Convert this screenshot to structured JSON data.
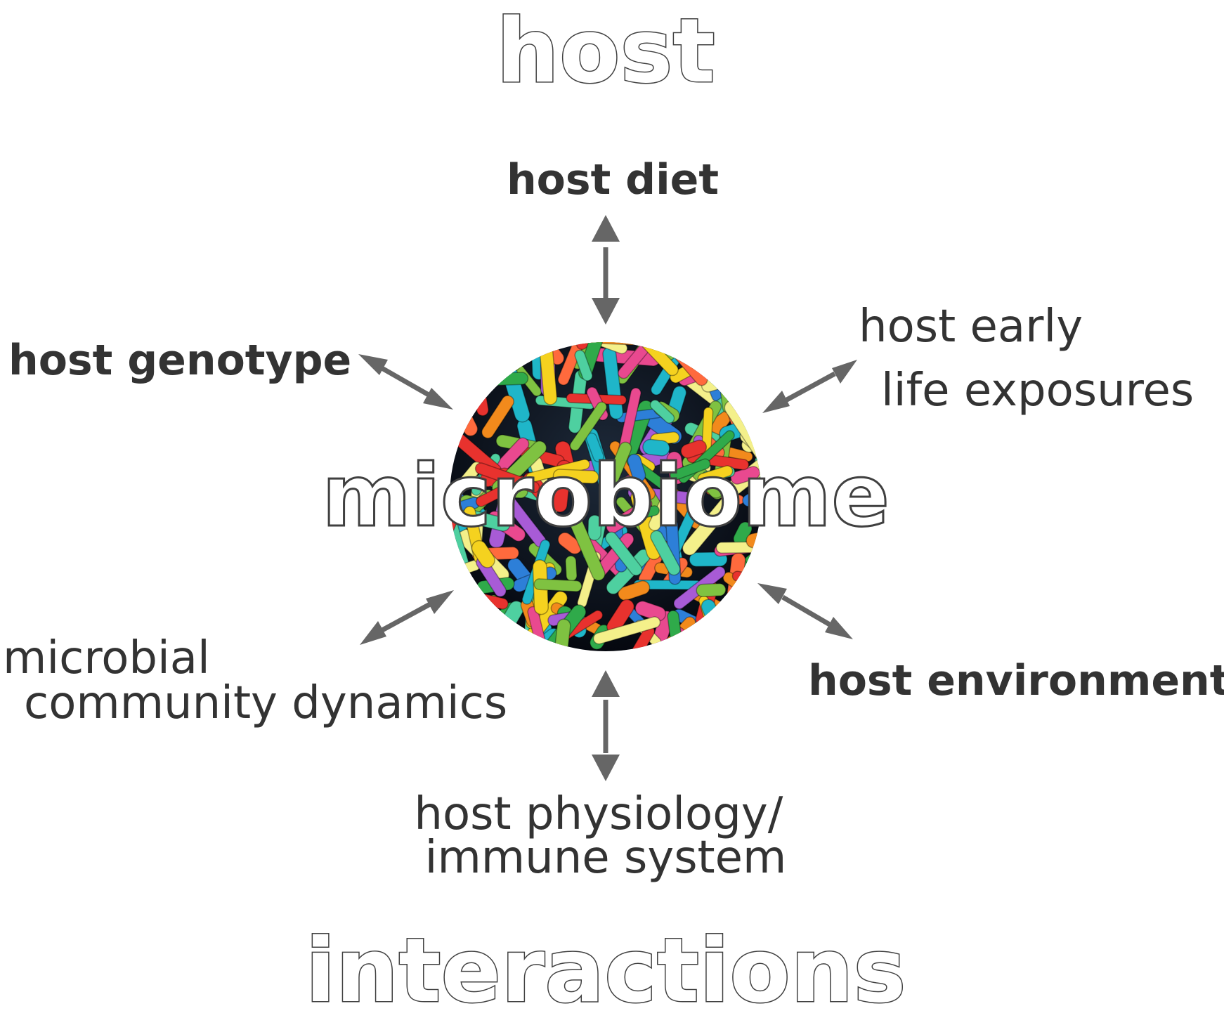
{
  "title_top": "host",
  "title_bottom": "interactions",
  "center": {
    "label": "microbiome",
    "icon": "bacteria-micrograph"
  },
  "factors": [
    {
      "id": "host-diet",
      "lines": [
        "host diet"
      ],
      "bold": true
    },
    {
      "id": "host-early-life-exposures",
      "lines": [
        "host early",
        "life exposures"
      ],
      "bold": false
    },
    {
      "id": "host-environment",
      "lines": [
        "host environment"
      ],
      "bold": true
    },
    {
      "id": "host-physiology-immune-system",
      "lines": [
        "host physiology/",
        "immune system"
      ],
      "bold": false
    },
    {
      "id": "microbial-community-dynamics",
      "lines": [
        "microbial",
        "community dynamics"
      ],
      "bold": false
    },
    {
      "id": "host-genotype",
      "lines": [
        "host genotype"
      ],
      "bold": true
    }
  ],
  "colors": {
    "text": "#333333",
    "arrow": "#666666",
    "outline": "#404040",
    "background": "#ffffff"
  }
}
